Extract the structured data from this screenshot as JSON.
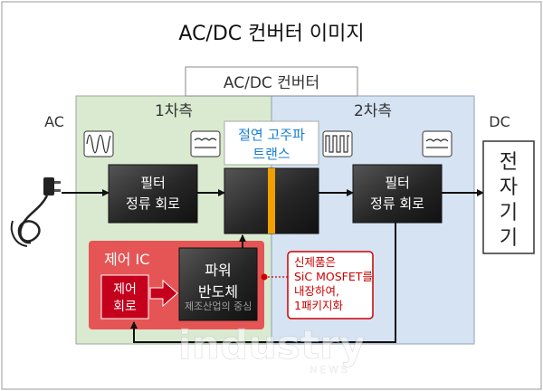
{
  "title": "AC/DC 컨버터 이미지",
  "converter_label": "AC/DC 컨버터",
  "primary_label": "1차측",
  "secondary_label": "2차측",
  "ac_label": "AC",
  "dc_label": "DC",
  "filter_left": {
    "line1": "필터",
    "line2": "정류 회로"
  },
  "filter_right": {
    "line1": "필터",
    "line2": "정류 회로"
  },
  "transformer_label": {
    "line1": "절연 고주파",
    "line2": "트랜스"
  },
  "control_ic_label": "제어 IC",
  "control_circuit": {
    "line1": "제어",
    "line2": "회로"
  },
  "power_semi": {
    "line1": "파워",
    "line2": "반도체"
  },
  "new_product_note": [
    "신제품은",
    "SiC MOSFET를",
    "내장하여,",
    "1패키지화"
  ],
  "device_label": [
    "전",
    "자",
    "기",
    "기"
  ],
  "watermark": {
    "line1": "제조산업의 중심",
    "main": "industry",
    "sub": "NEWS"
  },
  "icons": [
    "ac-waveform-icon",
    "dc-ripple-icon",
    "pulse-waveform-icon",
    "dc-ripple-icon",
    "power-plug-icon"
  ],
  "colors": {
    "primary_bg": "#d9ead0",
    "secondary_bg": "#d5e3f3",
    "block_dark": "#222222",
    "control_bg": "#e55555",
    "control_inner": "#c4001c",
    "transformer_bar": "#f0a000",
    "transformer_text": "#1a7fd0",
    "note_border": "#cc0000",
    "note_text": "#cc0000"
  }
}
